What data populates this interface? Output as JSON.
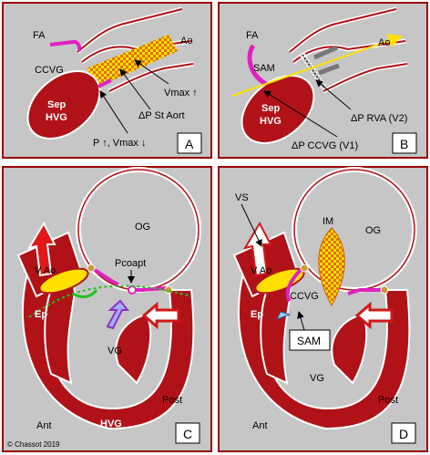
{
  "colors": {
    "panel_bg": "#c6c6c6",
    "panel_border": "#990000",
    "muscle": "#b01218",
    "mitral_leaflet": "#e020c0",
    "flow_yellow": "#ffe000",
    "jet_dots": "#e08000",
    "annulus": "#c89b3c"
  },
  "panels": {
    "a": {
      "tag": "A",
      "fa": "FA",
      "ao": "Ao",
      "ccvg": "CCVG",
      "sep1": "Sep",
      "sep2": "HVG",
      "vmax": "Vmax ↑",
      "dp_st_aort": "ΔP St Aort",
      "p_vmax": "P ↑, Vmax ↓"
    },
    "b": {
      "tag": "B",
      "fa": "FA",
      "ao": "Ao",
      "sam": "SAM",
      "sep1": "Sep",
      "sep2": "HVG",
      "dp_rva": "ΔP RVA (V2)",
      "dp_ccvg": "ΔP CCVG (V1)"
    },
    "c": {
      "tag": "C",
      "og": "OG",
      "vao": "V Ao",
      "pcoapt": "Pcoapt",
      "ep": "Ep",
      "vg": "VG",
      "post": "Post",
      "ant": "Ant",
      "hvg": "HVG",
      "copyright": "© Chassot  2019"
    },
    "d": {
      "tag": "D",
      "vs": "VS",
      "im": "IM",
      "og": "OG",
      "vao": "V Ao",
      "ccvg": "CCVG",
      "ep": "Ep",
      "sam": "SAM",
      "vg": "VG",
      "post": "Post",
      "ant": "Ant"
    }
  }
}
